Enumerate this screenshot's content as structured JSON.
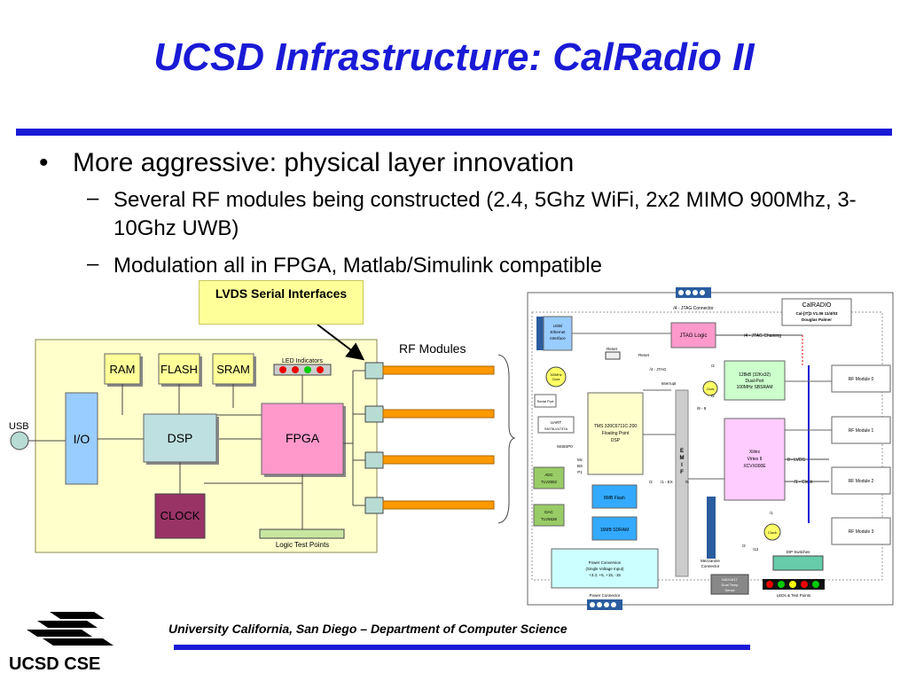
{
  "slide": {
    "title": "UCSD Infrastructure: CalRadio II",
    "bullets": [
      {
        "level": 1,
        "text": "More aggressive: physical layer innovation"
      },
      {
        "level": 2,
        "text": "Several RF modules being constructed (2.4, 5Ghz WiFi, 2x2 MIMO 900Mhz, 3-10Ghz UWB)"
      },
      {
        "level": 2,
        "text": "Modulation all in FPGA, Matlab/Simulink compatible"
      }
    ],
    "footer": "University California, San Diego – Department of Computer Science",
    "logo_text": "UCSD CSE"
  },
  "left_diagram": {
    "callout": "LVDS Serial Interfaces",
    "rf_label": "RF Modules",
    "usb": "USB",
    "io": "I/O",
    "ram": "RAM",
    "flash": "FLASH",
    "sram": "SRAM",
    "dsp": "DSP",
    "fpga": "FPGA",
    "clock": "CLOCK",
    "led_label": "LED Indicators",
    "ltp_label": "Logic Test Points"
  },
  "schematic": {
    "title": "CalRADIO",
    "subtitle1": "Cal-[IT]2  V1.06 11/4/03",
    "subtitle2": "Douglas Palmer",
    "jtag_connector": "/4 - JTAG Connector",
    "jtag_logic": "JTAG Logic",
    "jtag_chaining": "/4 - JTAG Chaining",
    "usb": [
      "USB/",
      "Ethernet",
      "Interface"
    ],
    "reset": "Reset",
    "reset2": "Reset",
    "jtag4": "/4 - JTAG",
    "interrupt": "Interrupt",
    "osc": [
      "200MHz",
      "Clock"
    ],
    "serial_port": "Serial Port",
    "uart": [
      "UART",
      "SN75LV4737A"
    ],
    "mcbsp0": "McBSP0",
    "mc": [
      "Mc",
      "BS",
      "P1"
    ],
    "dsp": [
      "TMS 320C6711C-200",
      "Floating Point",
      "DSP"
    ],
    "dual_port": [
      "128kB (32Kx32)",
      "Dual-Port",
      "100MHz SBSRAM"
    ],
    "clock_small": "Clock",
    "xilinx": [
      "Xilinx",
      "Virtex II",
      "XCVX000E"
    ],
    "emif": [
      "E",
      "M",
      "I",
      "F"
    ],
    "lvds": "8 - LVDS",
    "clock_line": "/1 - Clock",
    "clock2": "Clock",
    "adc": [
      "ADC",
      "TLV2552"
    ],
    "dac": [
      "DAC",
      "TLV5626"
    ],
    "flash": "8MB Flash",
    "sdram": "16MB SDRAM",
    "power": [
      "Power Conversion",
      "(Single Voltage Input)",
      "+3.3, +5, +15, -15"
    ],
    "power_connector": "Power Connector",
    "mezzanine": [
      "Mezzanine",
      "Connector"
    ],
    "max": [
      "MAX1617",
      "Dual Temp",
      "Sense"
    ],
    "dip": "DIP Switches",
    "leds": "LEDs & Test Points",
    "rf": [
      "RF Module 0",
      "RF Module 1",
      "RF Module 2",
      "RF Module 3"
    ],
    "small_labels": [
      "/2",
      "/2",
      "/8 - 8",
      "/1 - EX",
      "/1",
      "/2",
      "/12",
      "/2",
      "/5"
    ]
  }
}
